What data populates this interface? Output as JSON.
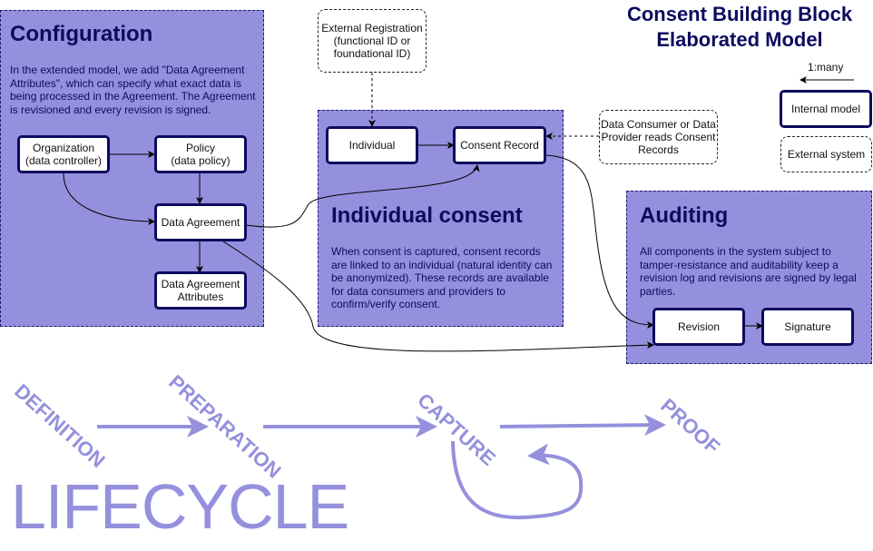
{
  "title": {
    "line1": "Consent Building Block",
    "line2": "Elaborated Model"
  },
  "legend": {
    "relation_label": "1:many",
    "internal_model": "Internal model",
    "external_system": "External system"
  },
  "groups": {
    "configuration": {
      "title": "Configuration",
      "description": "In the extended model, we add \"Data Agreement Attributes\", which can specify what exact data is being processed in the Agreement. The Agreement is revisioned and every revision is signed."
    },
    "individual_consent": {
      "title": "Individual consent",
      "description": "When consent is captured, consent records are linked to an individual (natural identity can be anonymized). These records are available for data consumers and providers to confirm/verify consent."
    },
    "auditing": {
      "title": "Auditing",
      "description": "All components in the system subject to tamper-resistance and auditability keep a revision log and revisions are signed by legal parties."
    }
  },
  "nodes": {
    "organization": "Organization\n(data controller)",
    "policy": "Policy\n(data policy)",
    "data_agreement": "Data Agreement",
    "data_agreement_attributes": "Data Agreement\nAttributes",
    "individual": "Individual",
    "consent_record": "Consent Record",
    "revision": "Revision",
    "signature": "Signature"
  },
  "external": {
    "registration": "External Registration\n(functional ID or\nfoundational ID)",
    "consumer": "Data Consumer or Data\nProvider reads Consent\nRecords"
  },
  "lifecycle": {
    "label": "LIFECYCLE",
    "stages": [
      "DEFINITION",
      "PREPARATION",
      "CAPTURE",
      "PROOF"
    ]
  },
  "colors": {
    "group_fill": "#9590dd",
    "dark_navy": "#0d0b5e",
    "lifecycle": "#9590dd"
  }
}
